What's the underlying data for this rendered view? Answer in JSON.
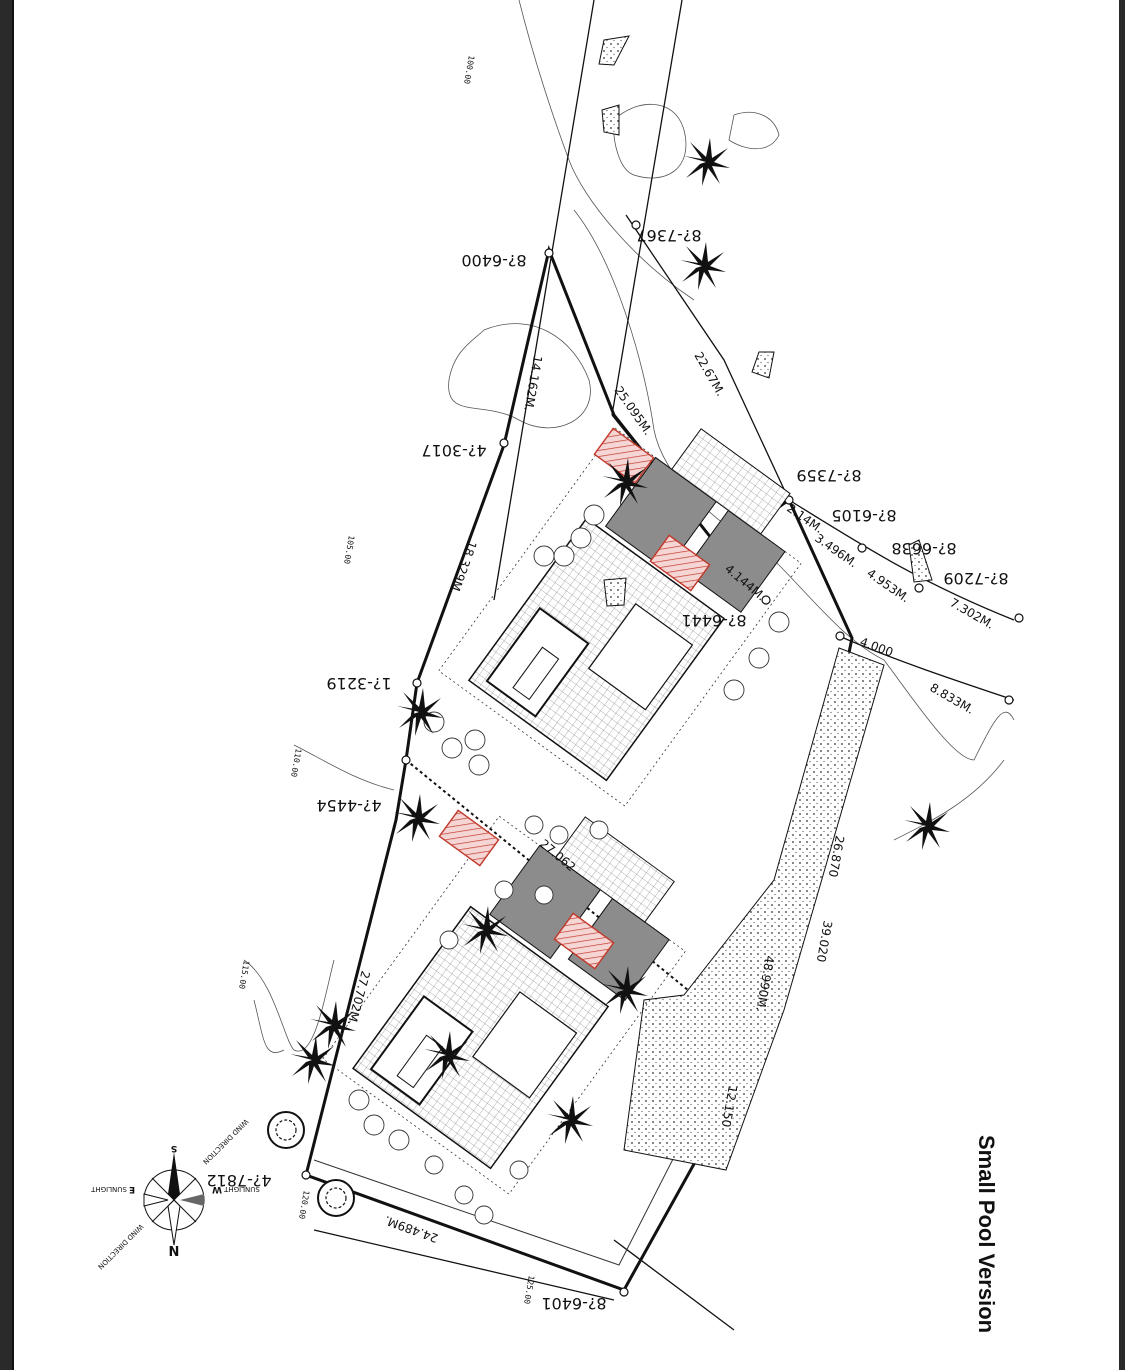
{
  "title": "Small Pool Version",
  "plot_labels": [
    "8?-6400",
    "4?-3017",
    "1?-3219",
    "4?-4454",
    "4?-7812",
    "8?-6401",
    "8?-7367",
    "8?-7359",
    "8?-6105",
    "8?-6638",
    "8?-7209",
    "8?-6441"
  ],
  "boundary_dims": [
    "14.162M.",
    "18.329M.",
    "27.702M.",
    "24.489M.",
    "22.67M.",
    "25.095M.",
    "2.14M.",
    "3.496M.",
    "4.953M.",
    "7.302M.",
    "8.833M.",
    "4.144M.",
    "27.062",
    "48.990M."
  ],
  "site_dims": [
    "4.000",
    "26.870",
    "39.020",
    "12.150"
  ],
  "spot_levels": [
    "100.00",
    "105.00",
    "110.00",
    "115.00",
    "120.00",
    "125.00"
  ],
  "compass": {
    "north": "N",
    "south": "S",
    "east": "E",
    "west": "W",
    "sunlight": "SUNLIGHT",
    "wind": "WIND DIRECTION"
  },
  "colors": {
    "line": "#111111",
    "pool": "#8c8c8c",
    "hatch_red": "#c0392b",
    "stipple": "#cccccc"
  }
}
